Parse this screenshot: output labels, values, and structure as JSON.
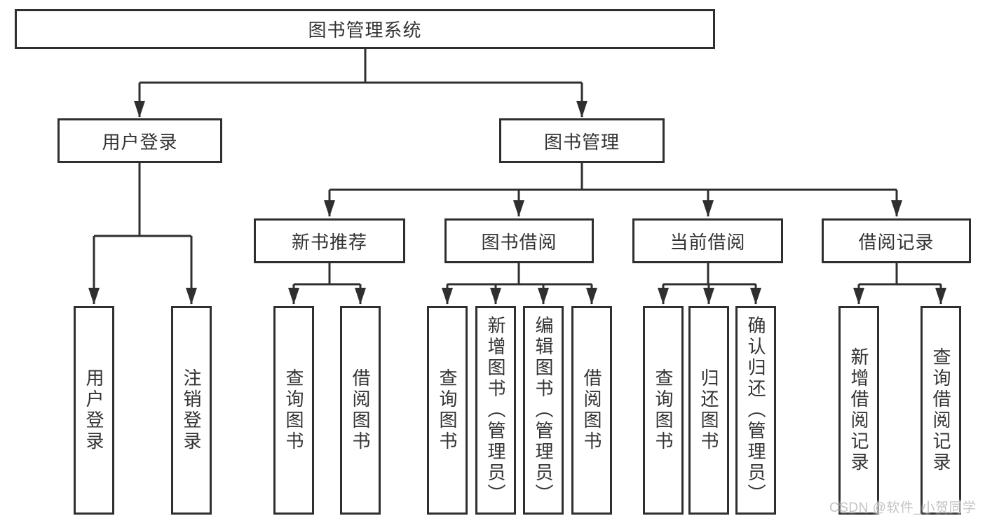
{
  "diagram": {
    "background": "#ffffff",
    "line_color": "#2f2f2f",
    "text_color": "#333333",
    "watermark_color": "#c3c3c3",
    "nodes": {
      "root": "图书管理系统",
      "user_login": "用户登录",
      "book_mgmt": "图书管理",
      "user_login_children": [
        "用户登录",
        "注销登录"
      ],
      "modules": [
        {
          "label": "新书推荐",
          "children": [
            "查询图书",
            "借阅图书"
          ]
        },
        {
          "label": "图书借阅",
          "children": [
            "查询图书",
            "新增图书（管理员）",
            "编辑图书（管理员）",
            "借阅图书"
          ]
        },
        {
          "label": "当前借阅",
          "children": [
            "查询图书",
            "归还图书",
            "确认归还（管理员）"
          ]
        },
        {
          "label": "借阅记录",
          "children": [
            "新增借阅记录",
            "查询借阅记录"
          ]
        }
      ]
    },
    "watermark": "CSDN @软件_小贺同学"
  }
}
